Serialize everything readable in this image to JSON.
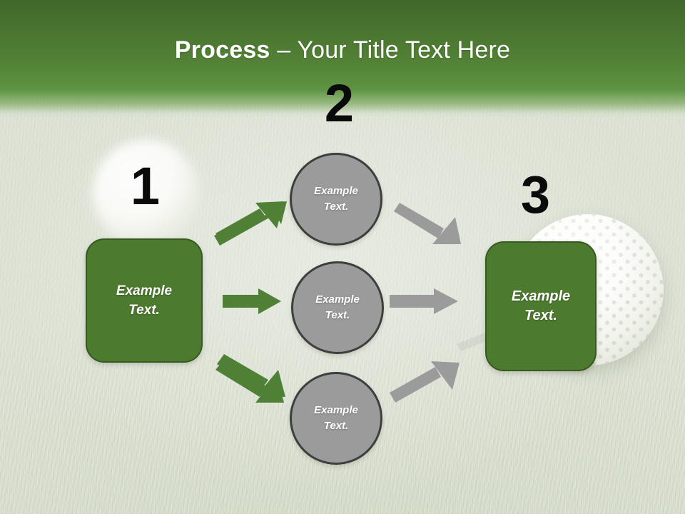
{
  "slide": {
    "title_bold": "Process",
    "title_rest": " – Your Title Text Here",
    "background_color": "#d9dfd1",
    "header_color_top": "#41682b",
    "header_color_bottom": "#5e9442"
  },
  "palette": {
    "green_fill": "#4c7a2e",
    "green_stroke": "#37591f",
    "green_arrow": "#4f8036",
    "gray_fill": "#9b9b9b",
    "gray_stroke": "#3e3e3e",
    "gray_arrow": "#9b9b9b",
    "number_color": "#0a0a0a",
    "text_color": "#ffffff"
  },
  "steps": [
    {
      "number": "1",
      "name": "step-one"
    },
    {
      "number": "2",
      "name": "step-two"
    },
    {
      "number": "3",
      "name": "step-three"
    }
  ],
  "nodes": {
    "start_box": {
      "line1": "Example",
      "line2": "Text."
    },
    "end_box": {
      "line1": "Example",
      "line2": "Text."
    },
    "middle_circles": [
      {
        "line1": "Example",
        "line2": "Text."
      },
      {
        "line1": "Example",
        "line2": "Text."
      },
      {
        "line1": "Example",
        "line2": "Text."
      }
    ]
  },
  "connectors": {
    "green": [
      {
        "name": "arrow-start-to-circle-top",
        "direction": "up-right"
      },
      {
        "name": "arrow-start-to-circle-middle",
        "direction": "right"
      },
      {
        "name": "arrow-start-to-circle-bottom",
        "direction": "down-right"
      }
    ],
    "gray": [
      {
        "name": "arrow-circle-top-to-end",
        "direction": "down-right"
      },
      {
        "name": "arrow-circle-middle-to-end",
        "direction": "right"
      },
      {
        "name": "arrow-circle-bottom-to-end",
        "direction": "up-right"
      }
    ]
  },
  "decor": {
    "ball_left": "golf-ball",
    "ball_right": "golf-ball"
  }
}
